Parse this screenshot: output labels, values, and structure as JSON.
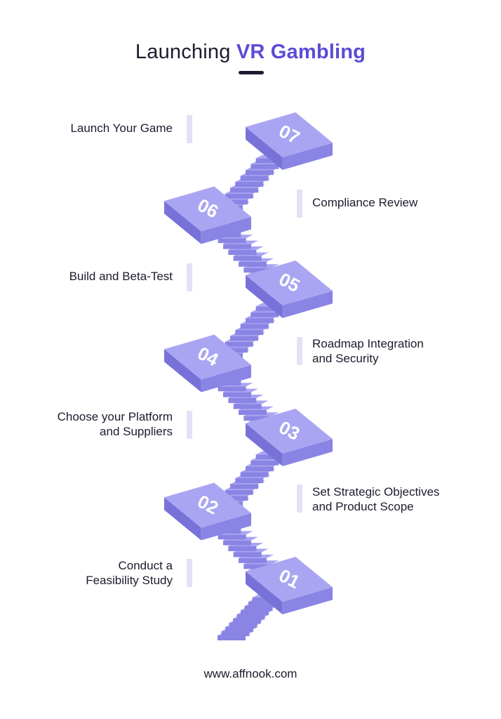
{
  "header": {
    "title_plain": "Launching ",
    "title_accent": "VR Gambling"
  },
  "steps": [
    {
      "number": "01",
      "line1": "Conduct a",
      "line2": "Feasibility Study"
    },
    {
      "number": "02",
      "line1": "Set Strategic Objectives",
      "line2": "and Product Scope"
    },
    {
      "number": "03",
      "line1": "Choose your Platform",
      "line2": "and Suppliers"
    },
    {
      "number": "04",
      "line1": "Roadmap Integration",
      "line2": "and Security"
    },
    {
      "number": "05",
      "line1": "Build and Beta-Test",
      "line2": ""
    },
    {
      "number": "06",
      "line1": "Compliance Review",
      "line2": ""
    },
    {
      "number": "07",
      "line1": "Launch Your Game",
      "line2": ""
    }
  ],
  "footer": {
    "website": "www.affnook.com"
  },
  "colors": {
    "platform_top": "#aaa5f2",
    "platform_front": "#8a84e4",
    "platform_side": "#7872d8",
    "accent_text": "#5b4bd6",
    "tick": "#e3e1f6"
  }
}
